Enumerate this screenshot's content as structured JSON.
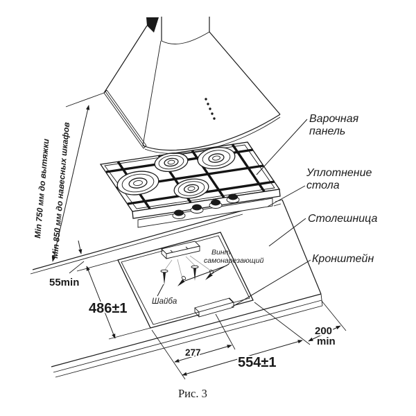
{
  "figure": {
    "caption": "Рис. 3"
  },
  "clearances": {
    "to_hood": "Min 750 мм до вытяжки",
    "to_cabinets": "Min 850 мм до навесных шкафов"
  },
  "parts": {
    "hob_line1": "Варочная",
    "hob_line2": "панель",
    "seal_line1": "Уплотнение",
    "seal_line2": "стола",
    "countertop": "Столешница",
    "bracket": "Кронштейн",
    "screw_line1": "Винт",
    "screw_line2": "самонарезающий",
    "washer": "Шайба"
  },
  "dimensions": {
    "rear_clearance": "55min",
    "cutout_depth": "486±1",
    "cutout_half_width": "277",
    "cutout_width": "554±1",
    "side_clearance_value": "200",
    "side_clearance_unit": "min"
  },
  "colors": {
    "line": "#1a1a1a",
    "leader": "#9a9a9a",
    "background": "#ffffff"
  }
}
